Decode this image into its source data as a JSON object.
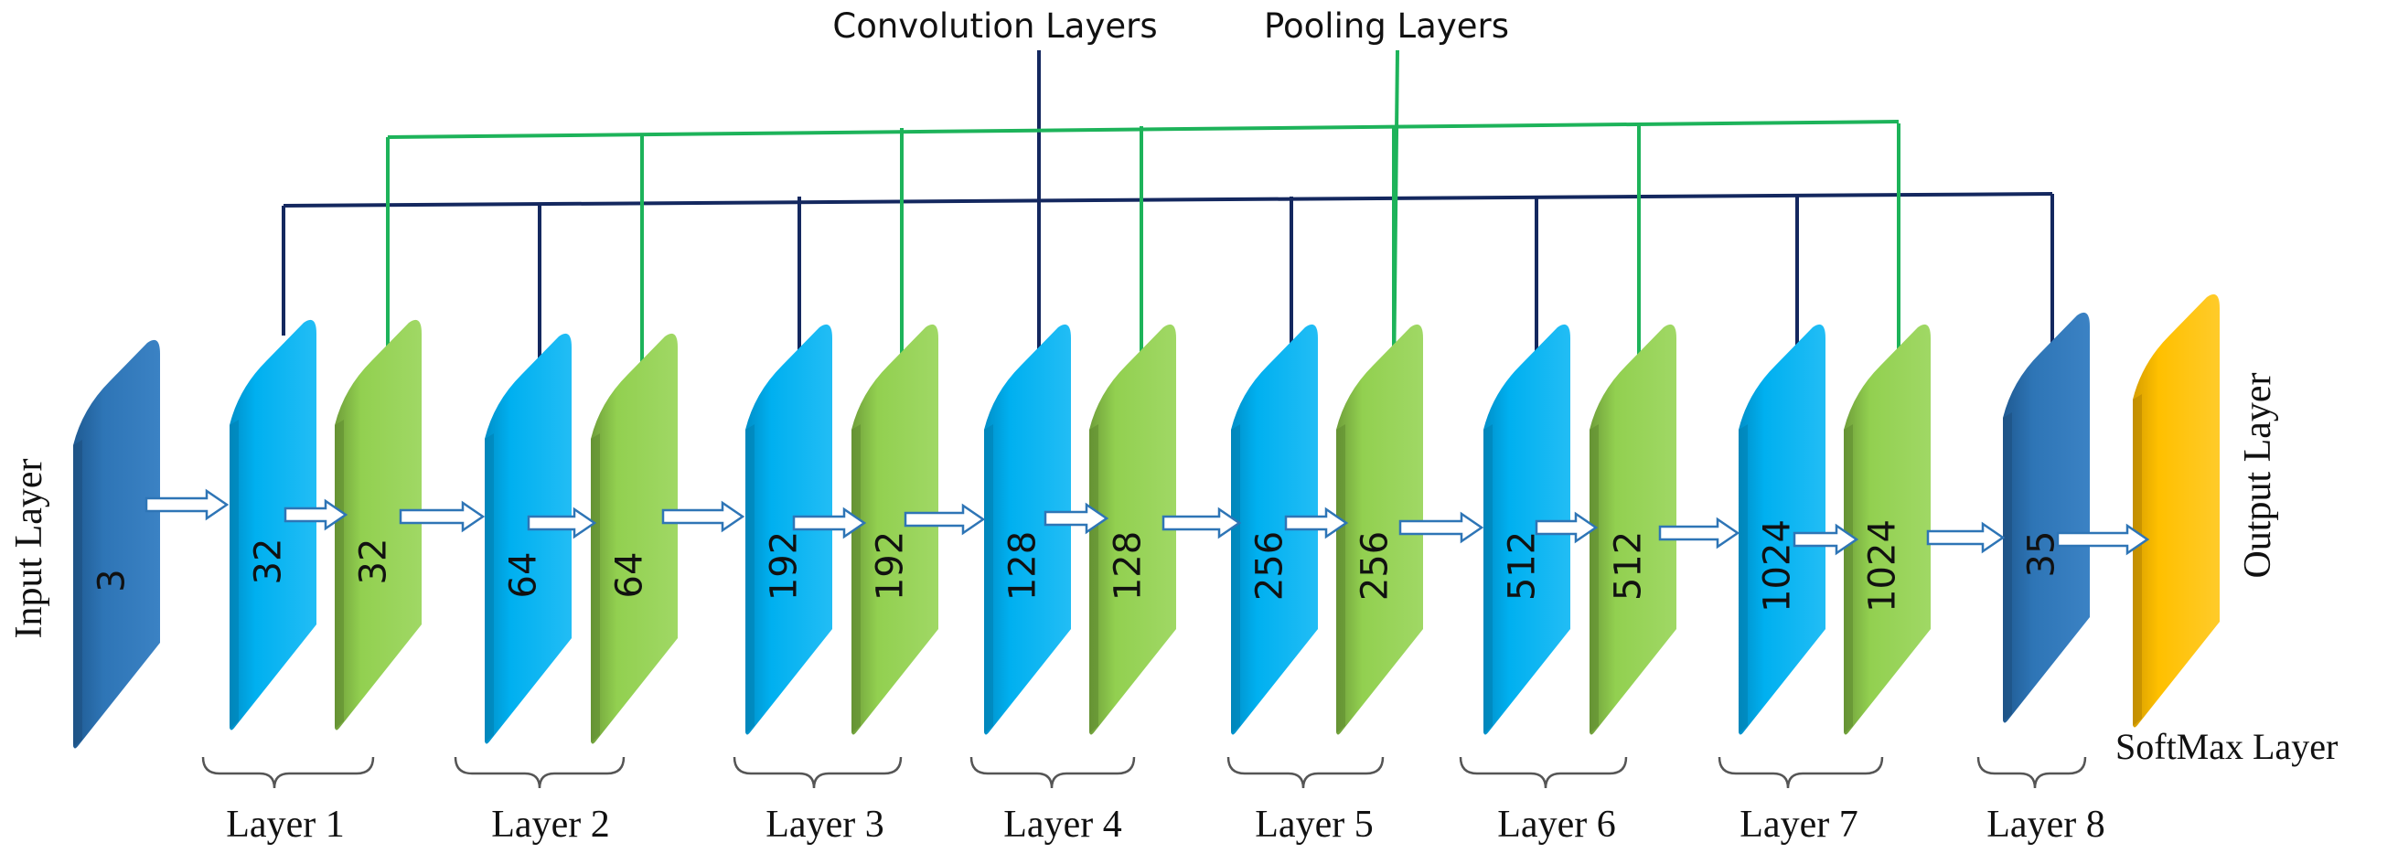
{
  "titles": {
    "convolution": "Convolution Layers",
    "pooling": "Pooling Layers"
  },
  "side_labels": {
    "input": "Input Layer",
    "output": "Output Layer",
    "softmax": "SoftMax Layer"
  },
  "colors": {
    "input": "#2E75B6",
    "conv": "#00B0F0",
    "pool": "#92D050",
    "dense": "#2E75B6",
    "output": "#FFC000",
    "conv_line": "#14285F",
    "pool_line": "#1DB35A",
    "arrow": "#2E75B6"
  },
  "panels": [
    {
      "id": "input",
      "type": "input",
      "value": "3"
    },
    {
      "id": "conv1",
      "type": "conv",
      "value": "32"
    },
    {
      "id": "pool1",
      "type": "pool",
      "value": "32"
    },
    {
      "id": "conv2",
      "type": "conv",
      "value": "64"
    },
    {
      "id": "pool2",
      "type": "pool",
      "value": "64"
    },
    {
      "id": "conv3",
      "type": "conv",
      "value": "192"
    },
    {
      "id": "pool3",
      "type": "pool",
      "value": "192"
    },
    {
      "id": "conv4",
      "type": "conv",
      "value": "128"
    },
    {
      "id": "pool4",
      "type": "pool",
      "value": "128"
    },
    {
      "id": "conv5",
      "type": "conv",
      "value": "256"
    },
    {
      "id": "pool5",
      "type": "pool",
      "value": "256"
    },
    {
      "id": "conv6",
      "type": "conv",
      "value": "512"
    },
    {
      "id": "pool6",
      "type": "pool",
      "value": "512"
    },
    {
      "id": "conv7",
      "type": "conv",
      "value": "1024"
    },
    {
      "id": "pool7",
      "type": "pool",
      "value": "1024"
    },
    {
      "id": "layer8",
      "type": "dense",
      "value": "35"
    },
    {
      "id": "output",
      "type": "output",
      "value": ""
    }
  ],
  "layer_labels": [
    "Layer 1",
    "Layer 2",
    "Layer 3",
    "Layer 4",
    "Layer 5",
    "Layer 6",
    "Layer 7",
    "Layer 8"
  ]
}
